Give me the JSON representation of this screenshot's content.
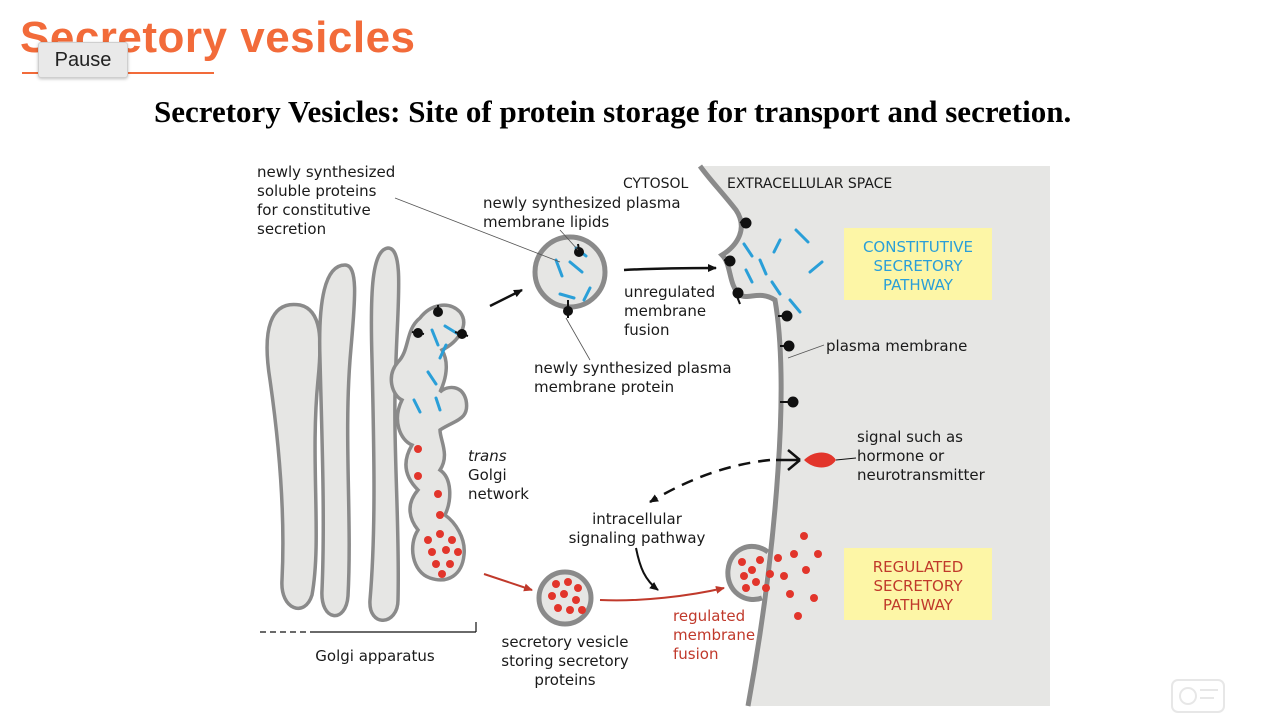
{
  "slide": {
    "title": "Secretory vesicles",
    "heading": "Secretory Vesicles: Site of protein storage for transport and secretion."
  },
  "controls": {
    "pause_label": "Pause"
  },
  "diagram": {
    "labels": {
      "soluble_1": "newly synthesized",
      "soluble_2": "soluble proteins",
      "soluble_3": "for constitutive",
      "soluble_4": "secretion",
      "lipids_1": "newly synthesized plasma",
      "lipids_2": "membrane lipids",
      "cytosol": "CYTOSOL",
      "extracellular": "EXTRACELLULAR SPACE",
      "constitutive_1": "CONSTITUTIVE",
      "constitutive_2": "SECRETORY",
      "constitutive_3": "PATHWAY",
      "unreg_1": "unregulated",
      "unreg_2": "membrane",
      "unreg_3": "fusion",
      "plasma_membrane": "plasma membrane",
      "mprotein_1": "newly synthesized plasma",
      "mprotein_2": "membrane protein",
      "trans": "trans",
      "golgi_net_1": "Golgi",
      "golgi_net_2": "network",
      "signal_1": "signal such as",
      "signal_2": "hormone or",
      "signal_3": "neurotransmitter",
      "intracell_1": "intracellular",
      "intracell_2": "signaling pathway",
      "regulated_1": "REGULATED",
      "regulated_2": "SECRETORY",
      "regulated_3": "PATHWAY",
      "regfusion_1": "regulated",
      "regfusion_2": "membrane",
      "regfusion_3": "fusion",
      "golgi_app": "Golgi apparatus",
      "vesicle_1": "secretory vesicle",
      "vesicle_2": "storing secretory",
      "vesicle_3": "proteins"
    },
    "colors": {
      "accent": "#f26b3a",
      "membrane": "#8a8a8a",
      "fill": "#e6e6e4",
      "cargo_blue": "#2a9fd8",
      "cargo_red": "#e2352b",
      "box_yellow": "#fdf6a6",
      "regulated_text": "#c0392b"
    }
  }
}
